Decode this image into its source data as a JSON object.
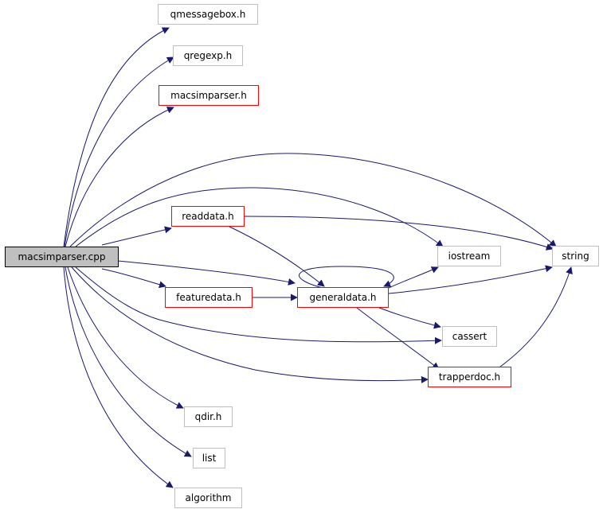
{
  "nodes": {
    "macsimparser_cpp": "macsimparser.cpp",
    "qmessagebox_h": "qmessagebox.h",
    "qregexp_h": "qregexp.h",
    "macsimparser_h": "macsimparser.h",
    "readdata_h": "readdata.h",
    "featuredata_h": "featuredata.h",
    "generaldata_h": "generaldata.h",
    "iostream": "iostream",
    "string": "string",
    "cassert": "cassert",
    "trapperdoc_h": "trapperdoc.h",
    "qdir_h": "qdir.h",
    "list": "list",
    "algorithm": "algorithm"
  },
  "colors": {
    "edge": "#191970",
    "documented_border": "#ff0000",
    "external_border": "#bfbfbf",
    "root_fill": "#bfbfbf"
  }
}
